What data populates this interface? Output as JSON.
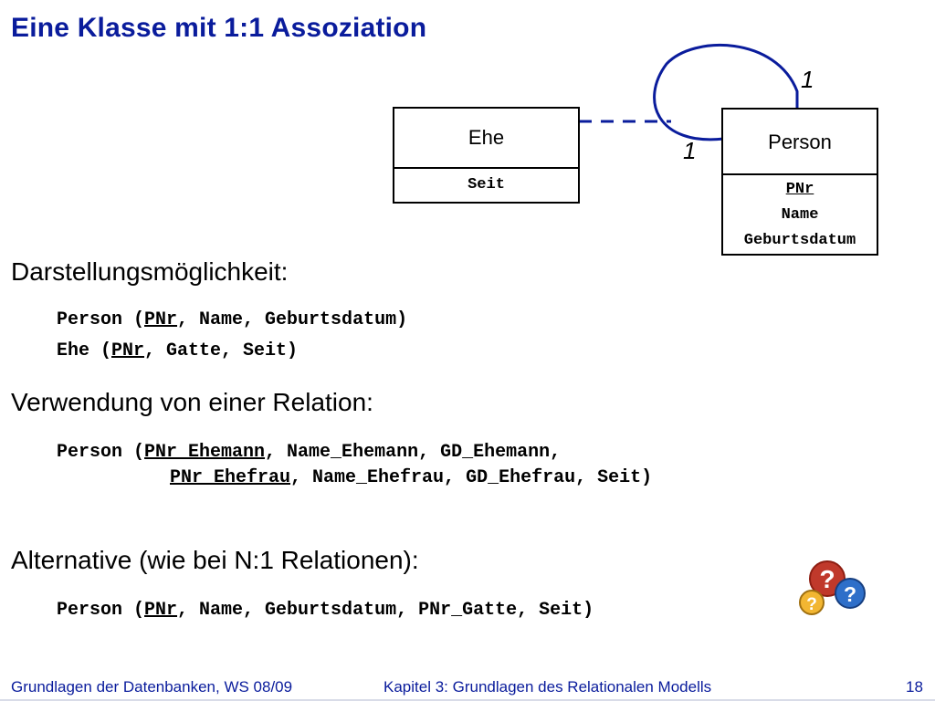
{
  "slide": {
    "title": "Eine Klasse mit 1:1 Assoziation"
  },
  "diagram": {
    "ehe": {
      "name": "Ehe",
      "attributes": [
        "Seit"
      ]
    },
    "person": {
      "name": "Person",
      "attributes": [
        "PNr",
        "Name",
        "Geburtsdatum"
      ]
    },
    "multiplicity_top": "1",
    "multiplicity_side": "1"
  },
  "sections": {
    "darstellung": {
      "heading": "Darstellungsmöglichkeit:",
      "line1": {
        "prefix": "Person (",
        "key": "PNr",
        "rest": ", Name, Geburtsdatum)"
      },
      "line2": {
        "prefix": "Ehe (",
        "key": "PNr",
        "rest": ", Gatte, Seit)"
      }
    },
    "verwendung": {
      "heading": "Verwendung von einer Relation:",
      "line1": {
        "prefix": "Person (",
        "key": "PNr_Ehemann",
        "rest": ", Name_Ehemann, GD_Ehemann,"
      },
      "line2": {
        "key": "PNr_Ehefrau",
        "rest": ", Name_Ehefrau, GD_Ehefrau, Seit)"
      }
    },
    "alternative": {
      "heading": "Alternative (wie bei N:1 Relationen):",
      "line1": {
        "prefix": "Person (",
        "key": "PNr",
        "rest": ", Name, Geburtsdatum, PNr_Gatte, Seit)"
      }
    }
  },
  "footer": {
    "left": "Grundlagen der Datenbanken, WS 08/09",
    "center": "Kapitel 3: Grundlagen des Relationalen Modells",
    "page": "18"
  },
  "icons": {
    "help": "question-marks-icon"
  }
}
